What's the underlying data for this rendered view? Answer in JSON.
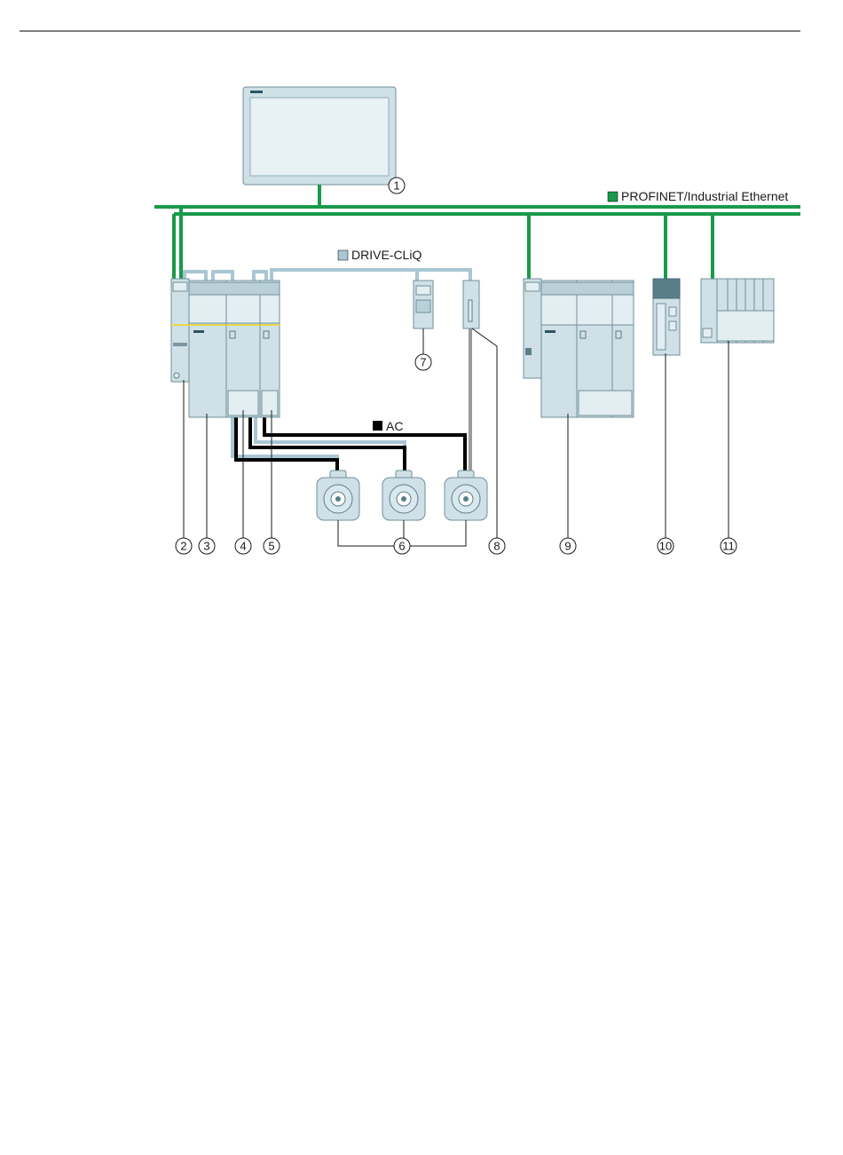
{
  "legend": {
    "profinet": "PROFINET/Industrial Ethernet",
    "drivecliq": "DRIVE-CLiQ",
    "ac": "AC"
  },
  "colors": {
    "profinet": "#1a9a4a",
    "drivecliq": "#a9c6d3",
    "ac": "#000000",
    "device": "#cfe0e6"
  },
  "callouts": [
    "1",
    "2",
    "3",
    "4",
    "5",
    "6",
    "7",
    "8",
    "9",
    "10",
    "11"
  ]
}
